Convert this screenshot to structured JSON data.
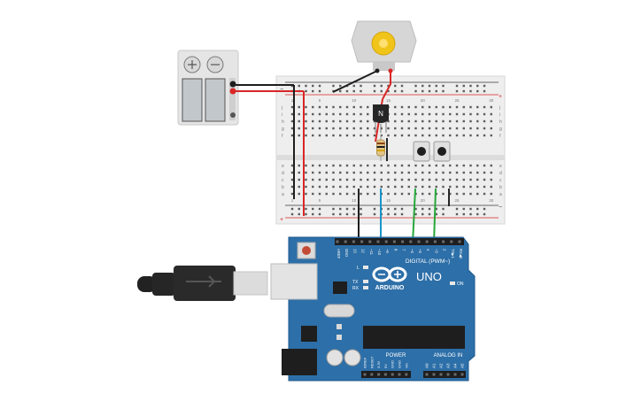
{
  "board": {
    "brand": "ARDUINO",
    "model": "UNO",
    "digital_label": "DIGITAL (PWM~)",
    "power_label": "POWER",
    "analog_label": "ANALOG IN",
    "on_label": "ON",
    "led_l": "L",
    "led_tx": "TX",
    "led_rx": "RX",
    "top_pins": [
      "AREF",
      "GND",
      "13",
      "12",
      "~11",
      "~10",
      "~9",
      "8",
      "7",
      "~6",
      "~5",
      "4",
      "~3",
      "2",
      "TX▶1",
      "RX◀0"
    ],
    "power_pins": [
      "IOREF",
      "RESET",
      "3.3V",
      "5V",
      "GND",
      "GND",
      "Vin"
    ],
    "analog_pins": [
      "A0",
      "A1",
      "A2",
      "A3",
      "A4",
      "A5"
    ]
  },
  "breadboard": {
    "col_numbers": [
      "1",
      "5",
      "10",
      "15",
      "20",
      "25",
      "30"
    ],
    "rows_top": [
      "j",
      "i",
      "h",
      "g",
      "f"
    ],
    "rows_bottom": [
      "e",
      "d",
      "c",
      "b",
      "a"
    ],
    "rail_plus": "+",
    "rail_minus": "−"
  },
  "transistor": {
    "label": "N"
  },
  "colors": {
    "board": "#2d6fa8",
    "board_edge": "#1f5a8c",
    "breadboard": "#eeeeee",
    "wire_red": "#d92626",
    "wire_black": "#1e1e1e",
    "wire_blue": "#1a95c8",
    "wire_green": "#27a83a",
    "motor": "#d6d6d6",
    "gear": "#f0c419"
  }
}
